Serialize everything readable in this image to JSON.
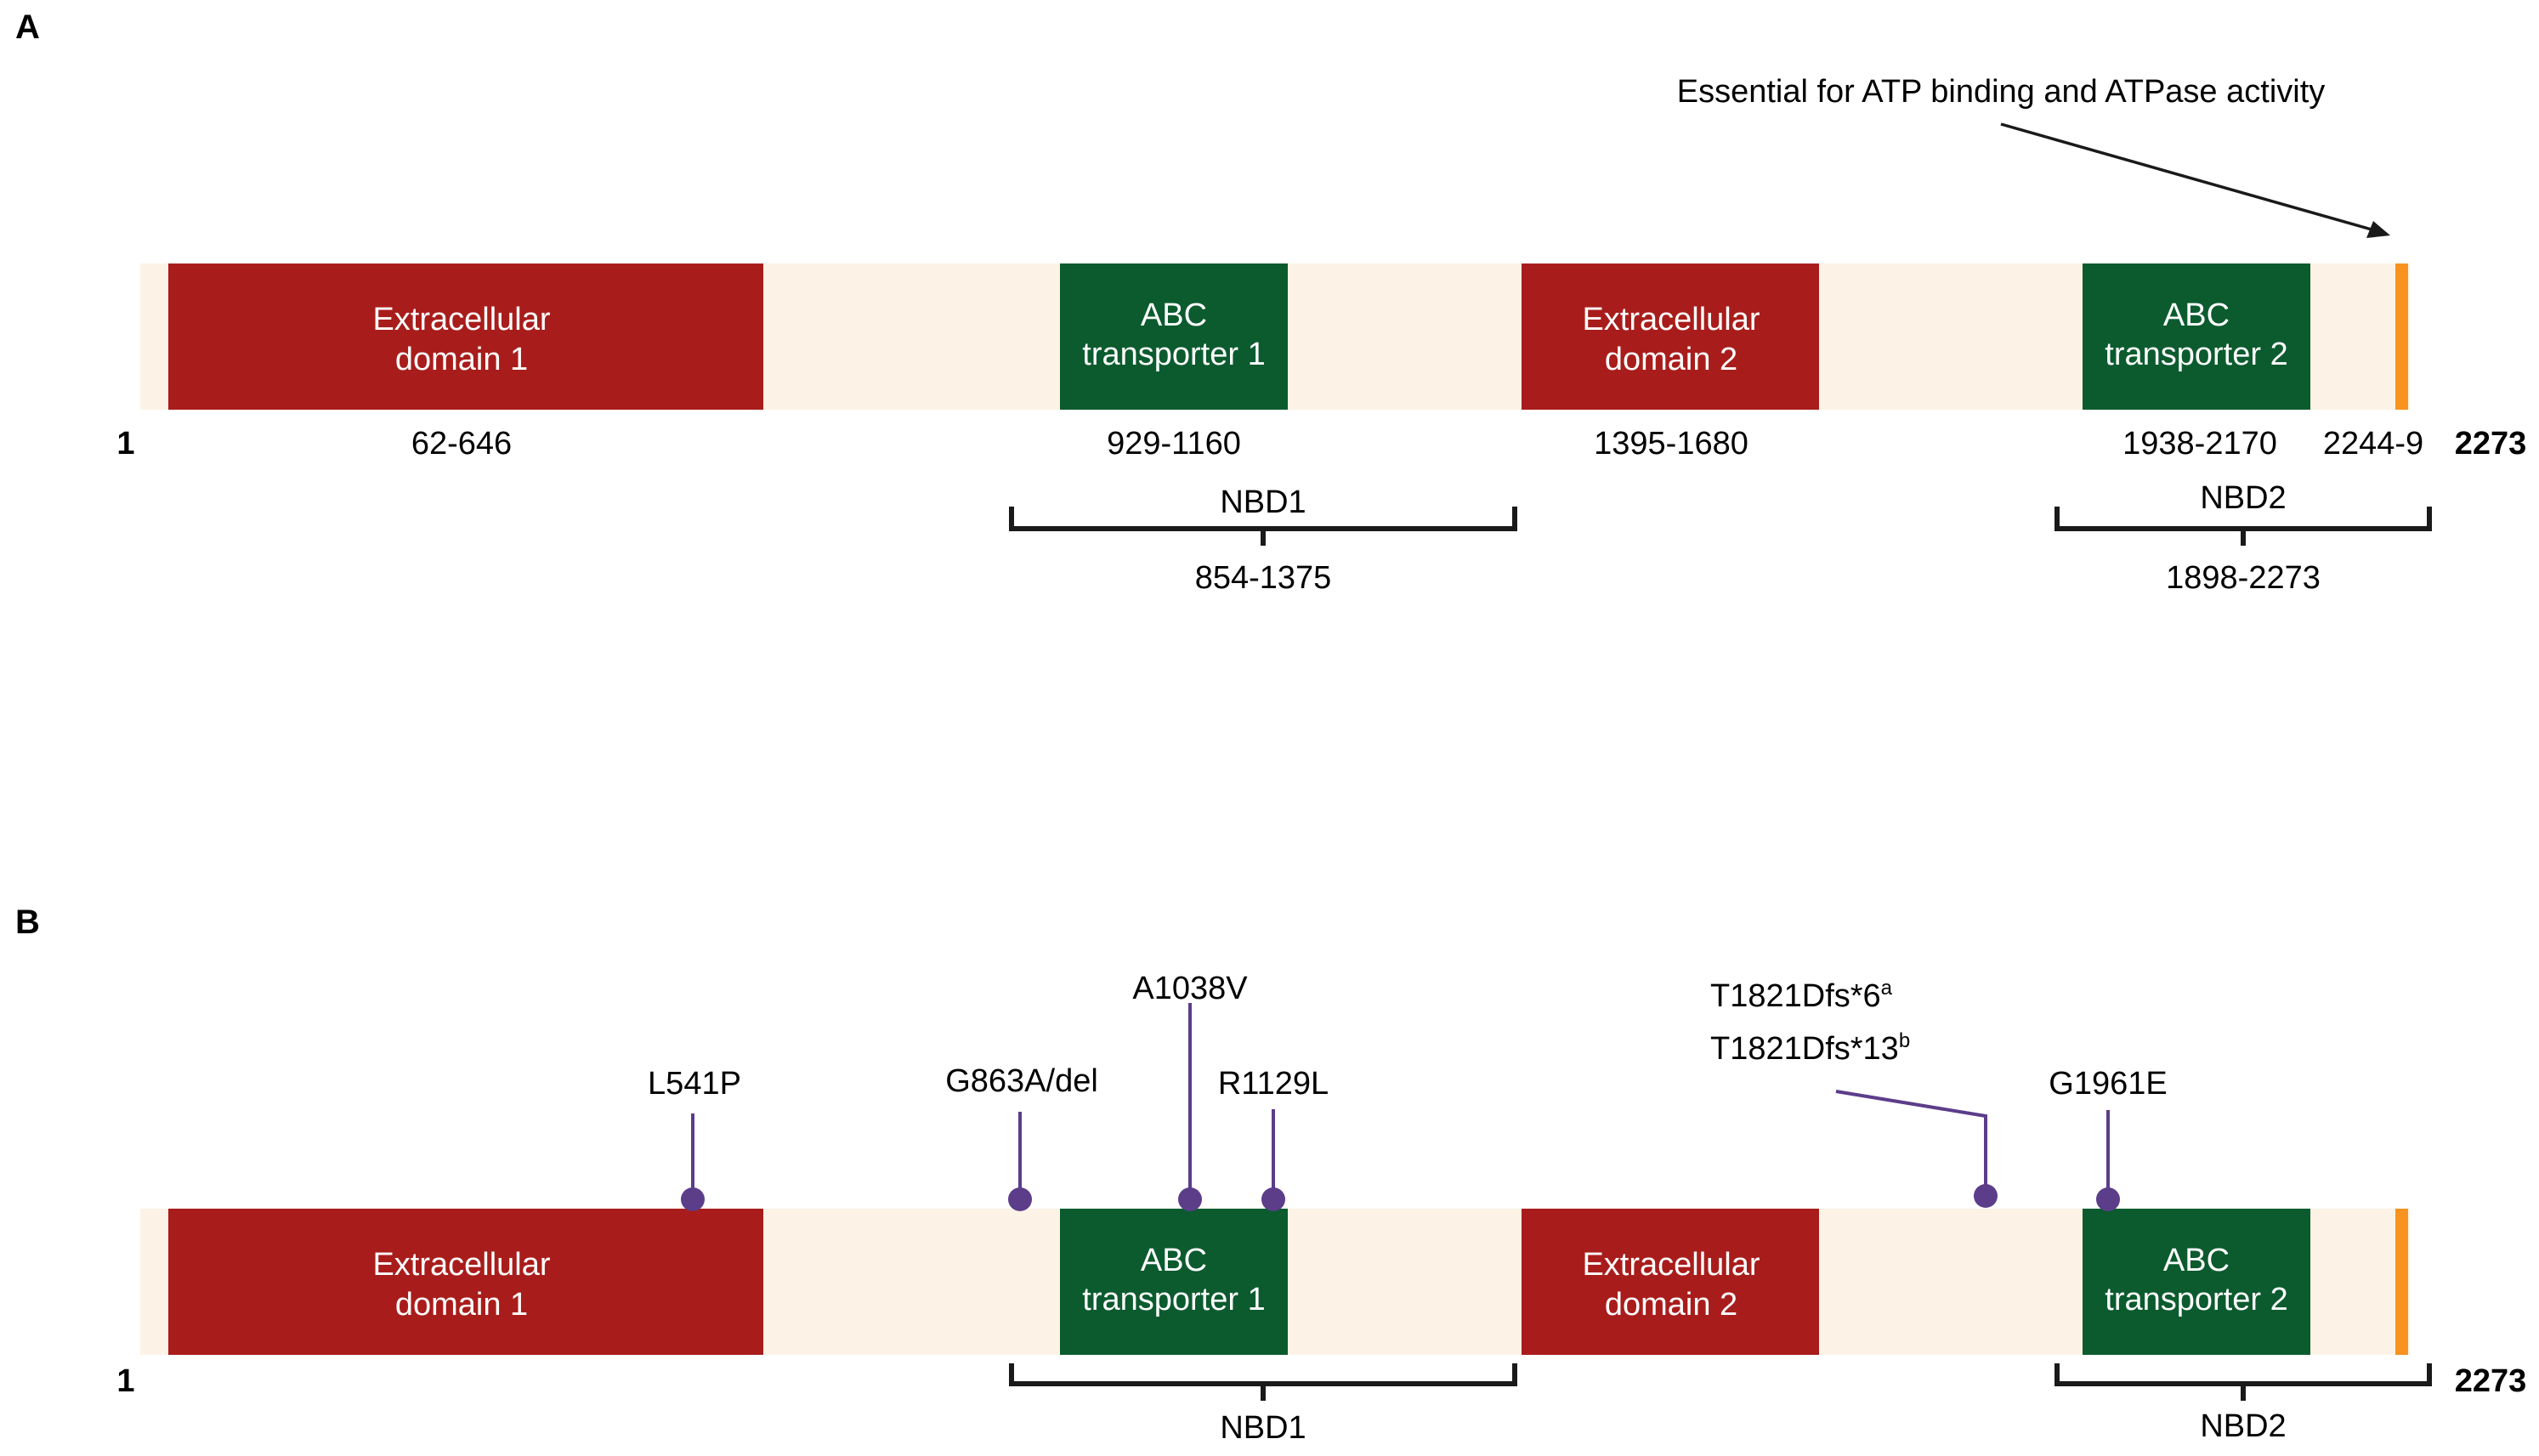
{
  "panel_a": {
    "letter": "A",
    "start_label": "1",
    "end_label": "2273",
    "domains": [
      {
        "type": "extracellular",
        "line1": "Extracellular",
        "line2": "domain 1",
        "range": "62-646"
      },
      {
        "type": "abc",
        "line1": "ABC",
        "line2": "transporter 1",
        "range": "929-1160"
      },
      {
        "type": "extracellular",
        "line1": "Extracellular",
        "line2": "domain 2",
        "range": "1395-1680"
      },
      {
        "type": "abc",
        "line1": "ABC",
        "line2": "transporter 2",
        "range": "1938-2170"
      },
      {
        "type": "motif",
        "line1": "",
        "line2": "",
        "range": "2244-9"
      }
    ],
    "brackets": [
      {
        "name": "NBD1",
        "range": "854-1375"
      },
      {
        "name": "NBD2",
        "range": "1898-2273"
      }
    ],
    "annotation": "Essential for ATP binding and ATPase activity"
  },
  "panel_b": {
    "letter": "B",
    "start_label": "1",
    "end_label": "2273",
    "domains": [
      {
        "type": "extracellular",
        "line1": "Extracellular",
        "line2": "domain 1"
      },
      {
        "type": "abc",
        "line1": "ABC",
        "line2": "transporter 1"
      },
      {
        "type": "extracellular",
        "line1": "Extracellular",
        "line2": "domain 2"
      },
      {
        "type": "abc",
        "line1": "ABC",
        "line2": "transporter 2"
      },
      {
        "type": "motif",
        "line1": "",
        "line2": ""
      }
    ],
    "brackets": [
      {
        "name": "NBD1"
      },
      {
        "name": "NBD2"
      }
    ],
    "mutations": [
      {
        "label": "L541P"
      },
      {
        "label": "G863A/del"
      },
      {
        "label": "A1038V"
      },
      {
        "label": "R1129L"
      },
      {
        "label": "T1821Dfs*6",
        "sup": "a",
        "label2": "T1821Dfs*13",
        "sup2": "b"
      },
      {
        "label": "G1961E"
      }
    ]
  },
  "colors": {
    "backbone": "#fcf3e6",
    "extracellular": "#a81d1b",
    "abc": "#0b5b2e",
    "motif": "#f7931e",
    "mutation": "#5c3d8a",
    "bracket": "#1a1a1a",
    "domain_text": "#ffffff"
  }
}
